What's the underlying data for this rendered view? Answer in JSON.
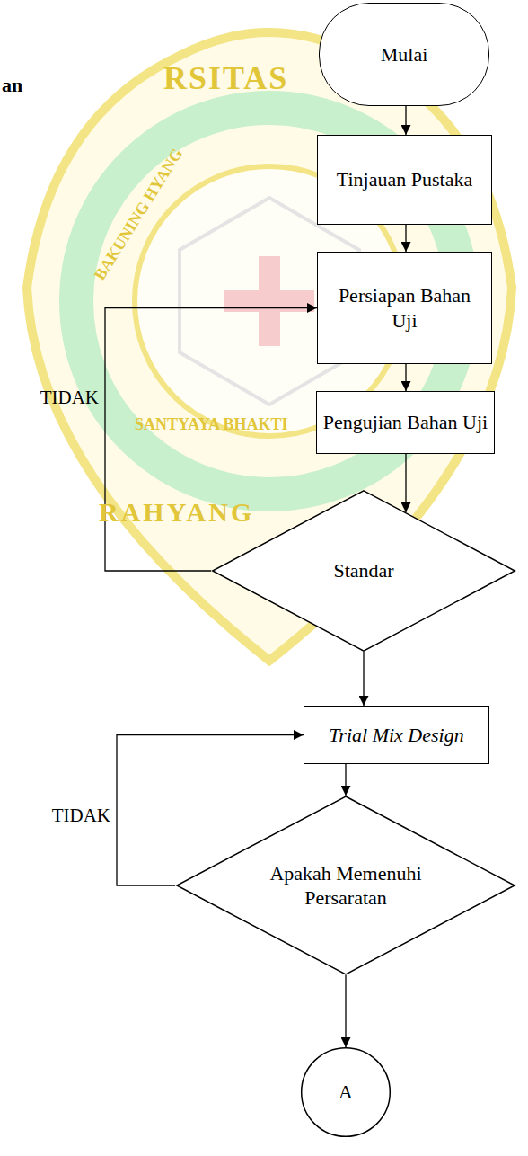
{
  "diagram": {
    "nodes": [
      {
        "text": [
          "Mulai"
        ]
      },
      {
        "text": [
          "Tinjauan Pustaka"
        ]
      },
      {
        "text": [
          "Persiapan Bahan Uji"
        ]
      },
      {
        "text": [
          "Pengujian Bahan Uji"
        ]
      },
      {
        "text": [
          "Standar"
        ]
      },
      {
        "text": [
          "Trial Mix Design"
        ]
      },
      {
        "text": [
          "Apakah Memenuhi Persaratan"
        ]
      },
      {
        "text": [
          "A"
        ]
      }
    ],
    "edges": [
      {
        "from": 0,
        "to": 1,
        "arrow": "to"
      },
      {
        "from": 1,
        "to": 2,
        "arrow": "to"
      },
      {
        "from": 2,
        "to": 3,
        "arrow": "to"
      },
      {
        "from": 3,
        "to": 4,
        "arrow": "to"
      },
      {
        "from": 4,
        "to": 2,
        "label": "TIDAK",
        "arrow": "to"
      },
      {
        "from": 4,
        "to": 5,
        "arrow": "to"
      },
      {
        "from": 5,
        "to": 6,
        "arrow": "to"
      },
      {
        "from": 6,
        "to": 5,
        "label": "TIDAK",
        "arrow": "to"
      },
      {
        "from": 6,
        "to": 7,
        "arrow": "to"
      }
    ],
    "labels": [
      "an",
      "RSITAS",
      "BAKUNING HYANG",
      "SANTYAYA BHAKTI",
      "RAHYANG"
    ]
  }
}
